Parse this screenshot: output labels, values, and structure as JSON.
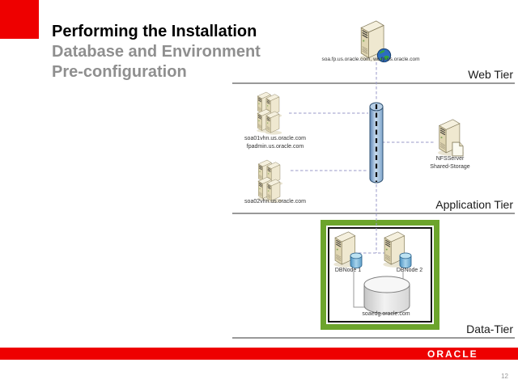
{
  "slide": {
    "title": "Performing the Installation",
    "subtitle_lines": [
      "Database and Environment",
      "Pre-configuration"
    ],
    "footer_brand": "ORACLE",
    "page_number": "12"
  },
  "tiers": {
    "web": "Web Tier",
    "application": "Application Tier",
    "data": "Data-Tier"
  },
  "nodes": {
    "web_server": "soa.fp.us.oracle.com, wc.fp.us.oracle.com",
    "app_cluster_1_line1": "soa01vhn.us.oracle.com",
    "app_cluster_1_line2": "fpadmin.us.oracle.com",
    "app_cluster_2": "soa02vhn.us.oracle.com",
    "nfs_line1": "NFSServer",
    "nfs_line2": "Shared-Storage",
    "db_node_1": "DBNode 1",
    "db_node_2": "DBNode 2",
    "database": "soaedg.oracle.com"
  },
  "colors": {
    "accent_red": "#EE0000",
    "green_border": "#6CA42C",
    "connector_dashed": "#9A9AC8",
    "tier_line": "#999999",
    "subtitle_gray": "#8F8F8F"
  }
}
